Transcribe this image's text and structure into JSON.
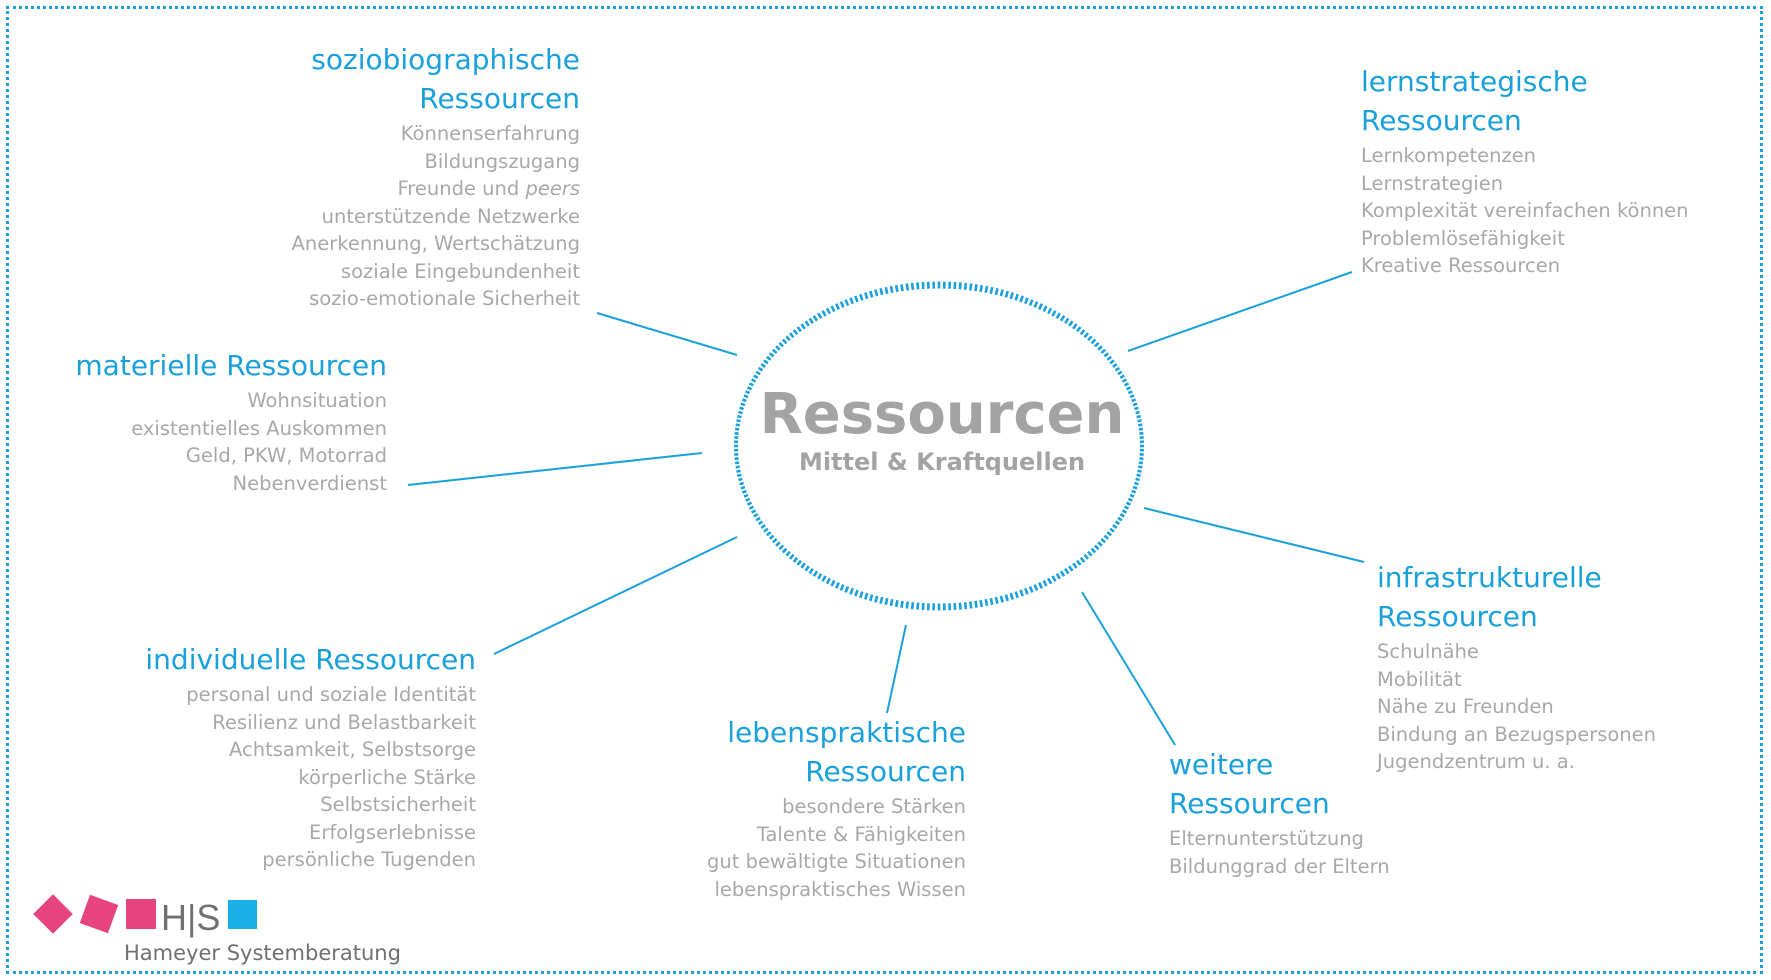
{
  "center": {
    "title": "Ressourcen",
    "subtitle": "Mittel & Kraftquellen"
  },
  "groups": {
    "soziobiographische": {
      "heading_line1": "soziobiographische",
      "heading_line2": "Ressourcen",
      "items": [
        "Könnenserfahrung",
        "Bildungszugang",
        "Freunde und peers",
        "unterstützende Netzwerke",
        "Anerkennung, Wertschätzung",
        "soziale Eingebundenheit",
        "sozio-emotionale Sicherheit"
      ]
    },
    "lernstrategische": {
      "heading_line1": "lernstrategische",
      "heading_line2": "Ressourcen",
      "items": [
        "Lernkompetenzen",
        "Lernstrategien",
        "Komplexität vereinfachen können",
        "Problemlösefähigkeit",
        "Kreative Ressourcen"
      ]
    },
    "materielle": {
      "heading": "materielle Ressourcen",
      "items": [
        "Wohnsituation",
        "existentielles Auskommen",
        "Geld, PKW, Motorrad",
        "Nebenverdienst"
      ]
    },
    "infrastrukturelle": {
      "heading_line1": "infrastrukturelle",
      "heading_line2": "Ressourcen",
      "items": [
        "Schulnähe",
        "Mobilität",
        "Nähe zu Freunden",
        "Bindung an Bezugspersonen",
        "Jugendzentrum u. a."
      ]
    },
    "individuelle": {
      "heading": "individuelle Ressourcen",
      "items": [
        "personal und soziale Identität",
        "Resilienz und Belastbarkeit",
        "Achtsamkeit, Selbstsorge",
        "körperliche Stärke",
        "Selbstsicherheit",
        "Erfolgserlebnisse",
        "persönliche Tugenden"
      ]
    },
    "lebenspraktische": {
      "heading_line1": "lebenspraktische",
      "heading_line2": "Ressourcen",
      "items": [
        "besondere Stärken",
        "Talente & Fähigkeiten",
        "gut bewältigte Situationen",
        "lebenspraktisches Wissen"
      ]
    },
    "weitere": {
      "heading_line1": "weitere",
      "heading_line2": "Ressourcen",
      "items": [
        "Elternunterstützung",
        "Bildunggrad der Eltern"
      ]
    }
  },
  "logo": {
    "letters": "H|S",
    "text": "Hameyer Systemberatung"
  },
  "colors": {
    "accent": "#1aa0db",
    "body_text": "#a8a8a8",
    "center_text": "#a3a3a3",
    "logo_pink": "#e6447f",
    "logo_blue": "#1ab0e6",
    "logo_text": "#707070"
  }
}
